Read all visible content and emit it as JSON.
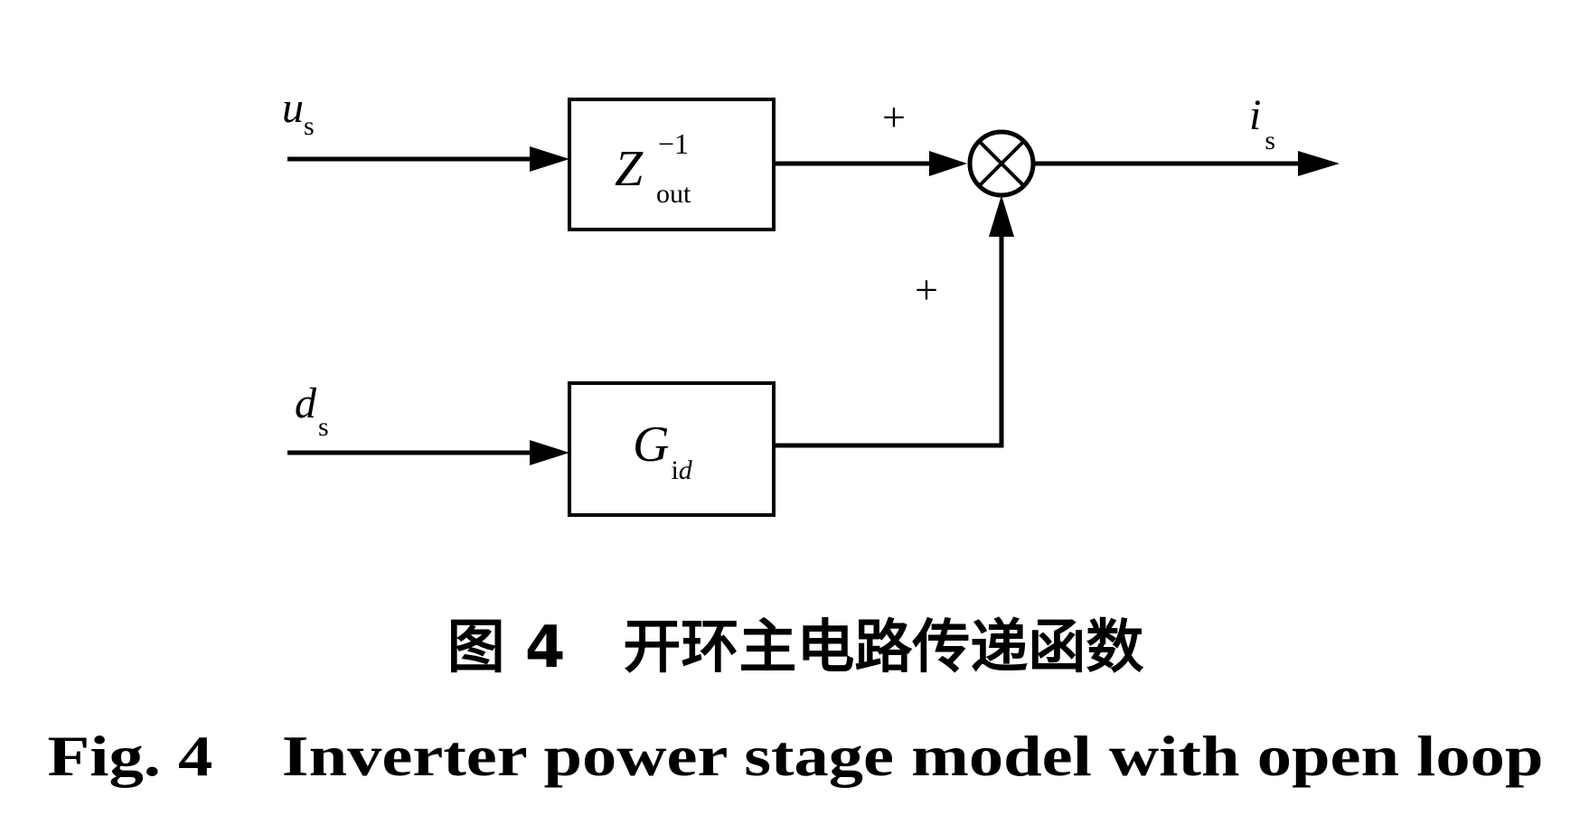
{
  "inputs": {
    "top": {
      "symbol": "u",
      "subscript": "s"
    },
    "bottom": {
      "symbol": "d",
      "subscript": "s"
    }
  },
  "output": {
    "symbol": "i",
    "subscript": "s"
  },
  "blocks": {
    "zout": {
      "symbol": "Z",
      "superscript": "−1",
      "subscript": "out"
    },
    "gid": {
      "symbol": "G",
      "subscript_plain": "i",
      "subscript_italic": "d"
    }
  },
  "summing_junction": {
    "top_sign": "+",
    "bottom_sign": "+"
  },
  "caption": {
    "chinese": "图 4　开环主电路传递函数",
    "english": "Fig. 4　Inverter power stage model with open loop"
  }
}
